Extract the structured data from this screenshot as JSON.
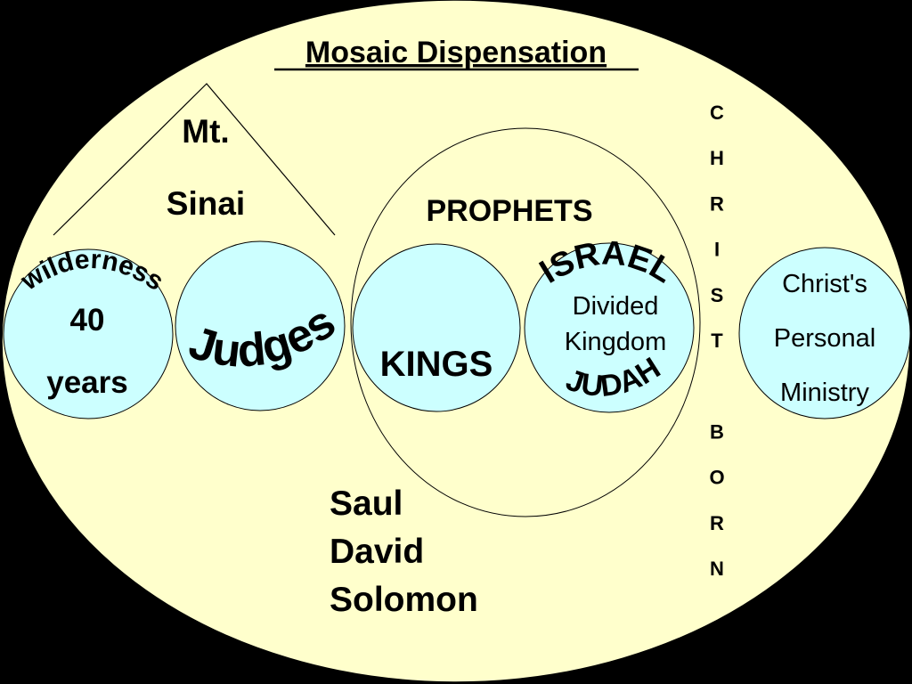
{
  "title": "Mosaic Dispensation",
  "colors": {
    "background": "#000000",
    "ellipse_fill": "#FFFFCC",
    "circle_fill": "#CCFFFF",
    "stroke": "#000000"
  },
  "mountain": {
    "line1": "Mt.",
    "line2": "Sinai"
  },
  "wilderness": {
    "arc_label": "wilderness",
    "number": "40",
    "unit": "years"
  },
  "judges": {
    "label": "Judges"
  },
  "prophets": {
    "label": "PROPHETS"
  },
  "kings": {
    "label": "KINGS",
    "names": [
      "Saul",
      "David",
      "Solomon"
    ]
  },
  "divided_kingdom": {
    "top_arc": "ISRAEL",
    "line1": "Divided",
    "line2": "Kingdom",
    "bottom_arc": "JUDAH"
  },
  "christ_born_letters": [
    "C",
    "H",
    "R",
    "I",
    "S",
    "T",
    "",
    "B",
    "O",
    "R",
    "N"
  ],
  "christ_ministry": {
    "line1": "Christ's",
    "line2": "Personal",
    "line3": "Ministry"
  }
}
